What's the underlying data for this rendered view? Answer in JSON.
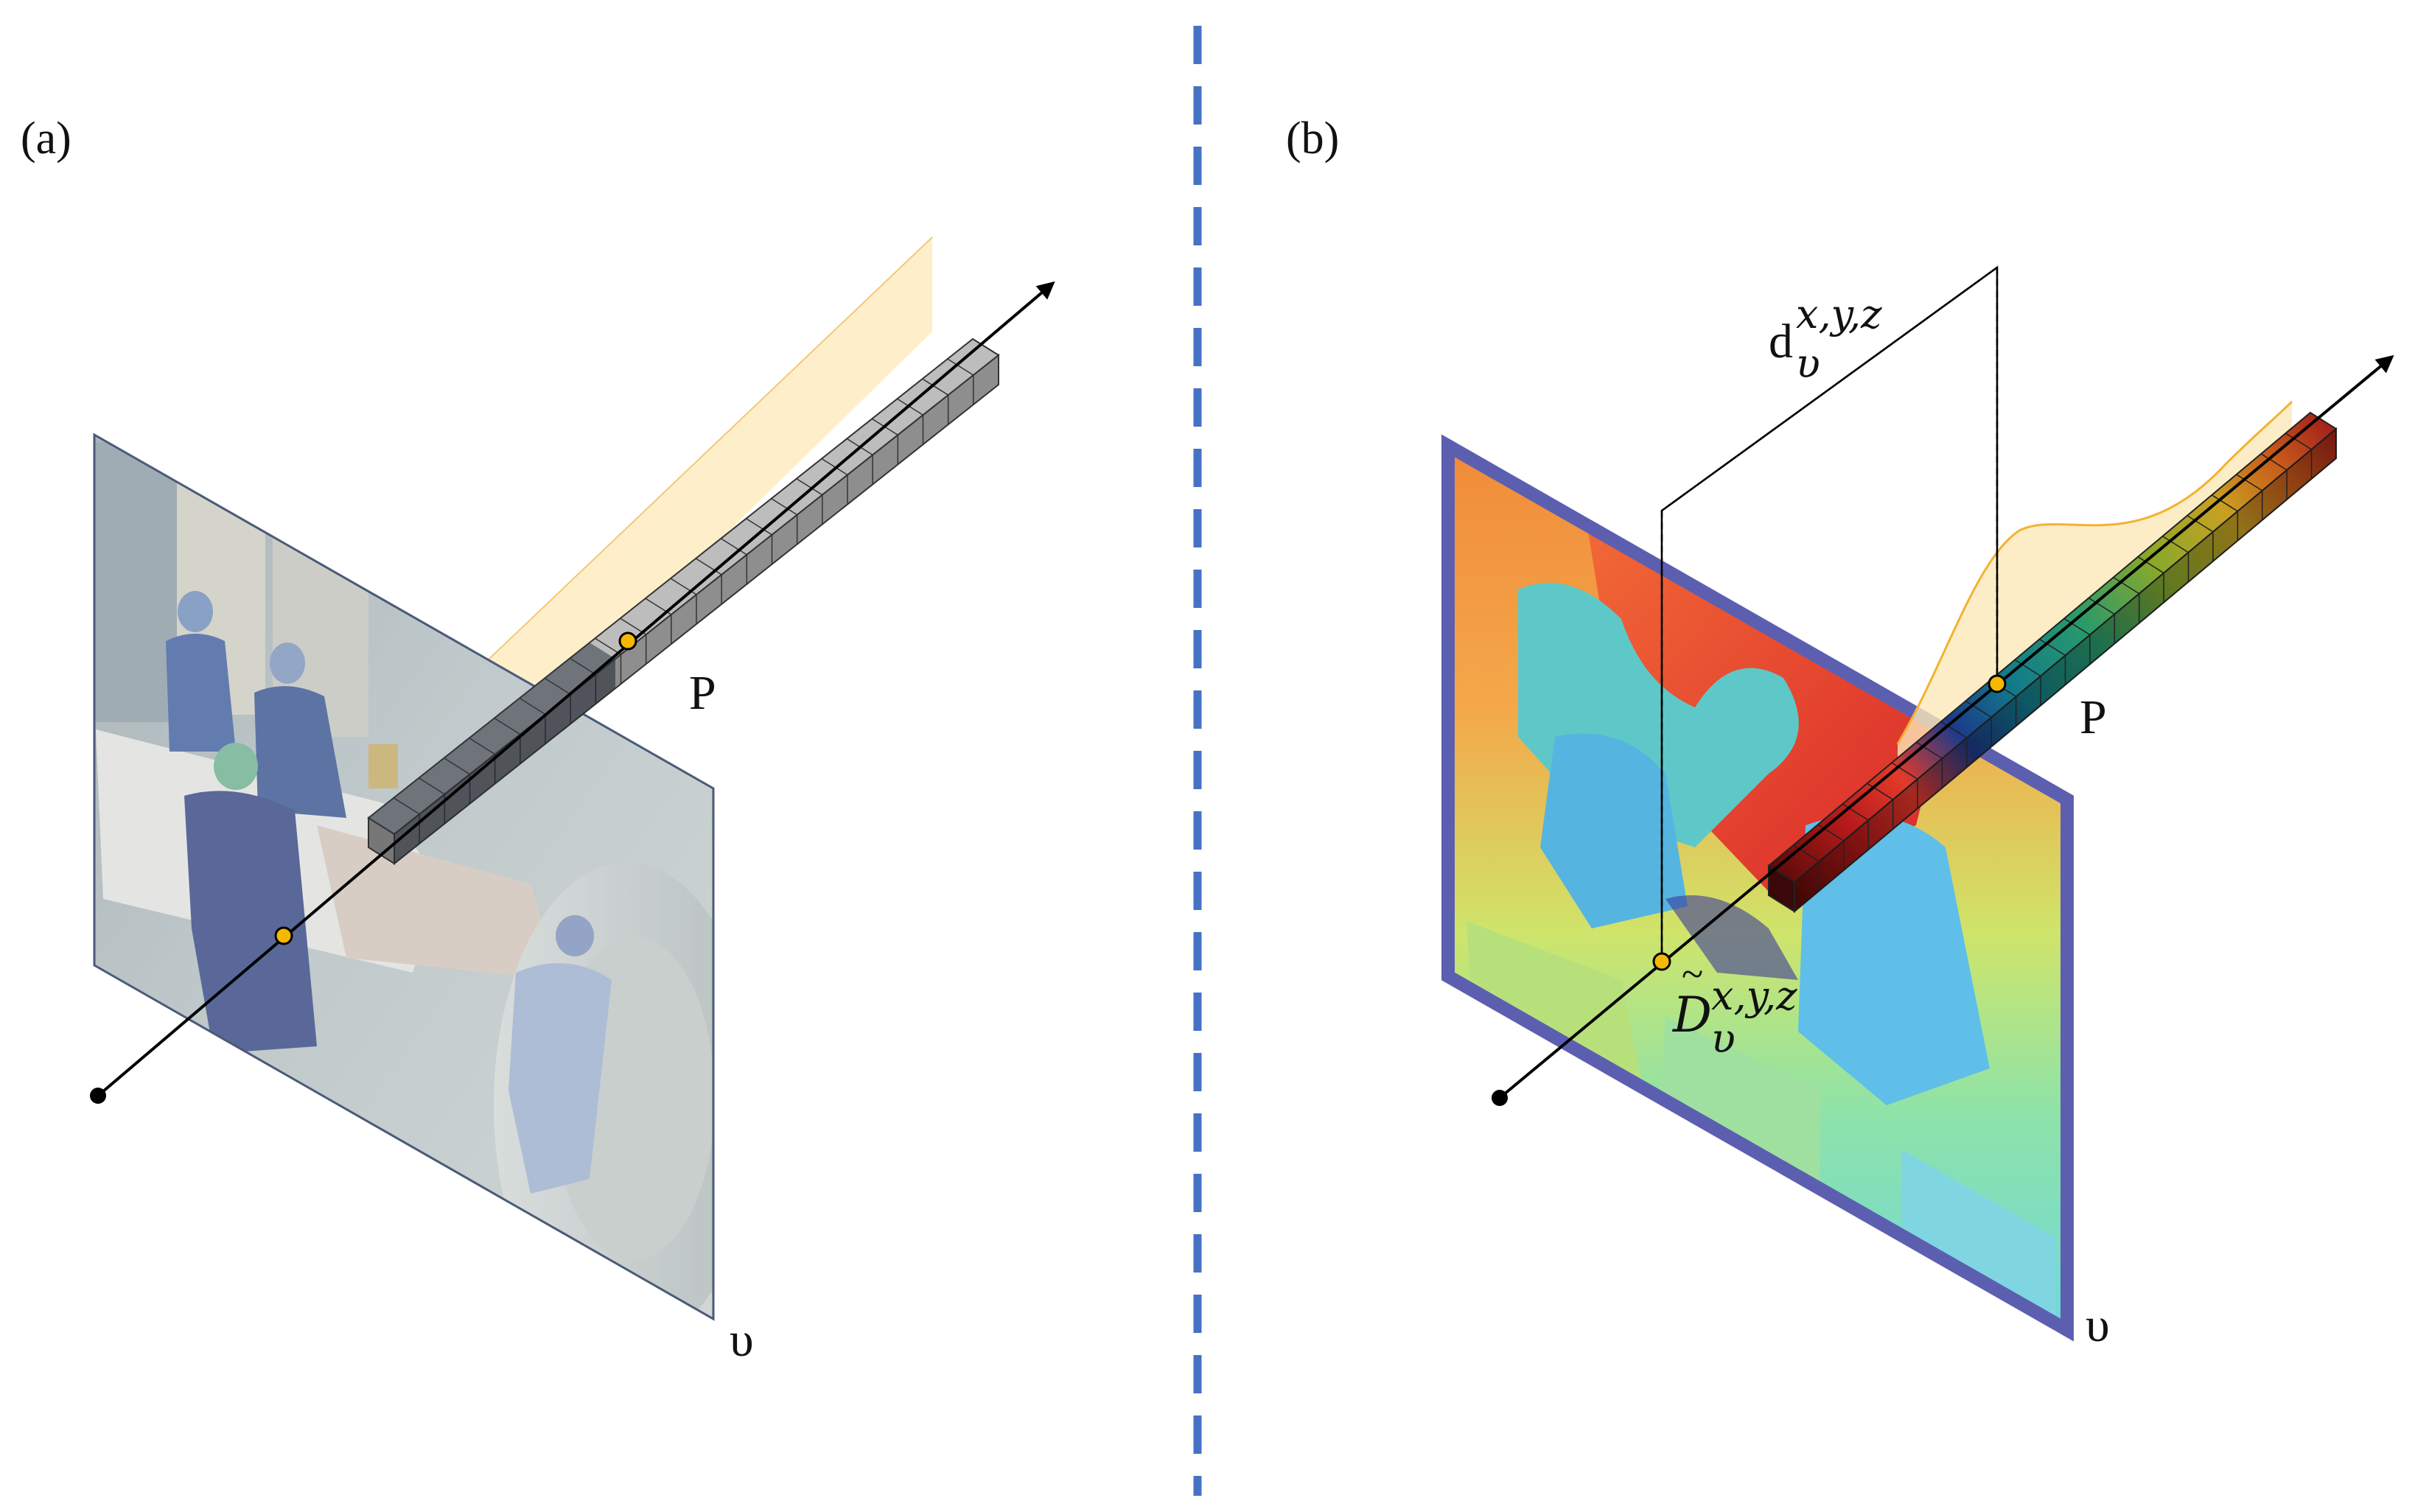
{
  "figure": {
    "panel_a": {
      "label": "(a)",
      "point_label": "P",
      "view_label": "υ"
    },
    "panel_b": {
      "label": "(b)",
      "point_label": "P",
      "view_label": "υ",
      "distance_label": {
        "base": "d",
        "subscript": "υ",
        "superscript": "x,y,z"
      },
      "depth_label": {
        "base": "D",
        "accent": "~",
        "subscript": "υ",
        "superscript": "x,y,z"
      }
    },
    "colors": {
      "divider": "#4472c4",
      "marker_fill": "#f5b800",
      "weight_curve": "#f2b233",
      "weight_fill": "#fde9b8",
      "panel_b_frame": "#5c5fb0"
    },
    "icons": [
      "ray-origin-icon",
      "arrow-head-icon",
      "sample-point-icon"
    ]
  }
}
